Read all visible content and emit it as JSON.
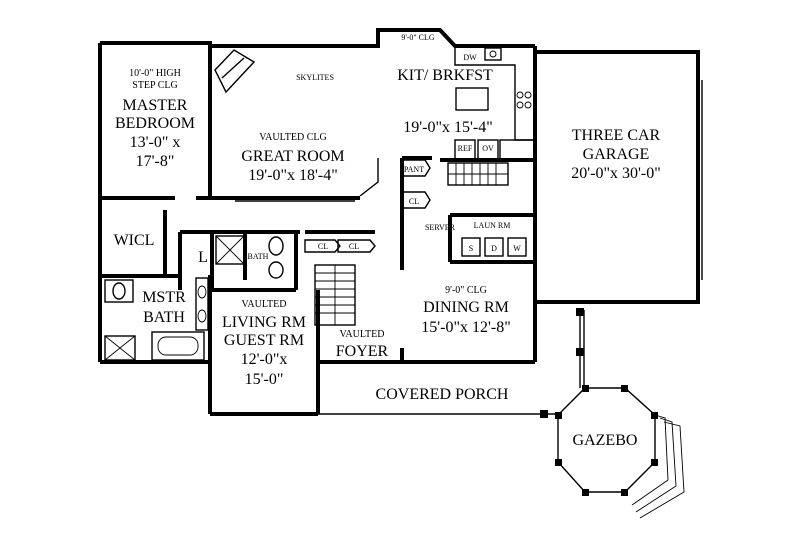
{
  "rooms": {
    "master_bedroom": {
      "ceiling": [
        "10'-0\" HIGH",
        "STEP CLG"
      ],
      "name": [
        "MASTER",
        "BEDROOM"
      ],
      "size": [
        "13'-0\" x",
        "17'-8\""
      ]
    },
    "great_room": {
      "ceiling": "VAULTED CLG",
      "name": "GREAT ROOM",
      "size": "19'-0\"x 18'-4\""
    },
    "skylites": "SKYLITES",
    "kitchen": {
      "ceiling": "9'-0\" CLG",
      "name": "KIT/ BRKFST",
      "size": "19'-0\"x 15'-4\"",
      "dw": "DW",
      "ref": "REF",
      "ov": "OV"
    },
    "garage": {
      "name": [
        "THREE CAR",
        "GARAGE"
      ],
      "size": "20'-0\"x 30'-0\""
    },
    "pantry": "PANT",
    "closet": "CL",
    "server": "SERVER",
    "laundry": {
      "name": "LAUN RM",
      "s": "S",
      "d": "D",
      "w": "W"
    },
    "wicl": "WICL",
    "linen": "L",
    "bath": "BATH",
    "master_bath": [
      "MSTR",
      "BATH"
    ],
    "living": {
      "ceiling": "VAULTED",
      "name": [
        "LIVING RM",
        "GUEST RM"
      ],
      "size": [
        "12'-0\"x",
        "15'-0\""
      ]
    },
    "foyer": {
      "ceiling": "VAULTED",
      "name": "FOYER"
    },
    "dining": {
      "ceiling": "9'-0\" CLG",
      "name": "DINING RM",
      "size": "15'-0\"x 12'-8\""
    },
    "porch": "COVERED PORCH",
    "gazebo": "GAZEBO"
  }
}
